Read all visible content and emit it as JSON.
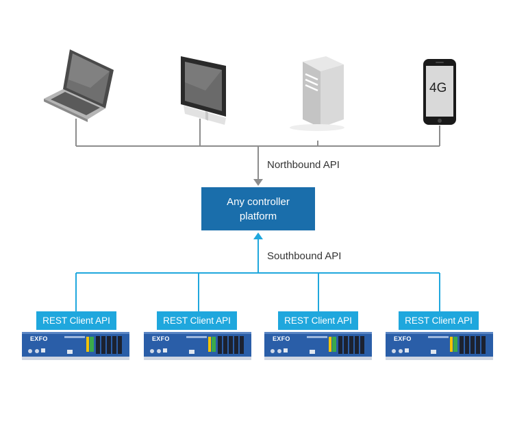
{
  "diagram": {
    "northbound_label": "Northbound API",
    "southbound_label": "Southbound API",
    "controller": {
      "line1": "Any controller",
      "line2": "platform"
    },
    "clients": [
      {
        "rest_label": "REST Client API",
        "brand": "EXFO"
      },
      {
        "rest_label": "REST Client API",
        "brand": "EXFO"
      },
      {
        "rest_label": "REST Client API",
        "brand": "EXFO"
      },
      {
        "rest_label": "REST Client API",
        "brand": "EXFO"
      }
    ],
    "phone_text": "4G",
    "colors": {
      "controller_box": "#1a6eab",
      "rest_label_bg": "#1fa7dd",
      "southbound_lines": "#1fa7dd",
      "northbound_lines": "#8c8c8c",
      "device_body": "#2a5ea8"
    },
    "devices_top": [
      "laptop-icon",
      "monitor-icon",
      "server-icon",
      "smartphone-icon"
    ]
  }
}
